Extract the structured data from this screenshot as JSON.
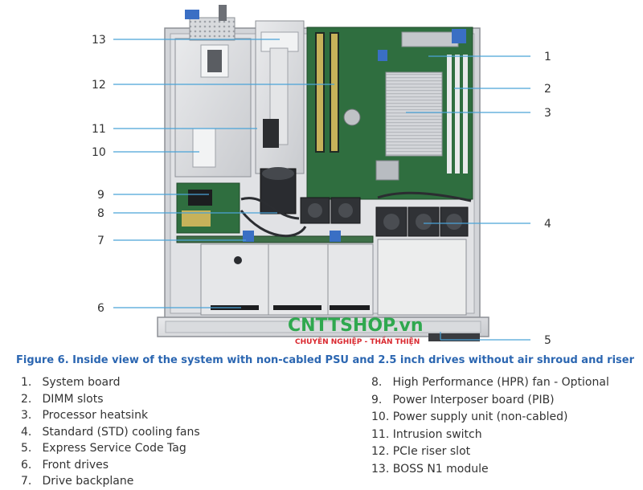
{
  "figure": {
    "caption": "Figure 6. Inside view of the system with non-cabled PSU and 2.5 inch drives without air shroud and riser"
  },
  "watermark": {
    "brand": "CNTTSHOP.vn",
    "tagline": "CHUYÊN NGHIỆP - THẦN THIỆN"
  },
  "callouts": [
    {
      "num": "1",
      "label": "System board"
    },
    {
      "num": "2",
      "label": "DIMM slots"
    },
    {
      "num": "3",
      "label": "Processor heatsink"
    },
    {
      "num": "4",
      "label": "Standard (STD) cooling fans"
    },
    {
      "num": "5",
      "label": "Express Service Code Tag"
    },
    {
      "num": "6",
      "label": "Front drives"
    },
    {
      "num": "7",
      "label": "Drive backplane"
    },
    {
      "num": "8",
      "label": "High Performance (HPR) fan - Optional"
    },
    {
      "num": "9",
      "label": "Power Interposer board (PIB)"
    },
    {
      "num": "10",
      "label": "Power supply unit (non-cabled)"
    },
    {
      "num": "11",
      "label": "Intrusion switch"
    },
    {
      "num": "12",
      "label": "PCIe riser slot"
    },
    {
      "num": "13",
      "label": "BOSS N1 module"
    }
  ],
  "legend_items": [
    {
      "num": "1.",
      "label": "System board"
    },
    {
      "num": "2.",
      "label": "DIMM slots"
    },
    {
      "num": "3.",
      "label": "Processor heatsink"
    },
    {
      "num": "4.",
      "label": "Standard (STD) cooling fans"
    },
    {
      "num": "5.",
      "label": "Express Service Code Tag"
    },
    {
      "num": "6.",
      "label": "Front drives"
    },
    {
      "num": "7.",
      "label": "Drive backplane"
    },
    {
      "num": "8.",
      "label": "High Performance (HPR) fan - Optional"
    },
    {
      "num": "9.",
      "label": "Power Interposer board (PIB)"
    },
    {
      "num": "10.",
      "label": "Power supply unit (non-cabled)"
    },
    {
      "num": "11.",
      "label": "Intrusion switch"
    },
    {
      "num": "12.",
      "label": "PCIe riser slot"
    },
    {
      "num": "13.",
      "label": "BOSS N1 module"
    }
  ],
  "colors": {
    "leader": "#4aa3d8",
    "caption": "#2b66b1",
    "watermark_green": "#2fa84f",
    "watermark_red": "#d9272e"
  }
}
